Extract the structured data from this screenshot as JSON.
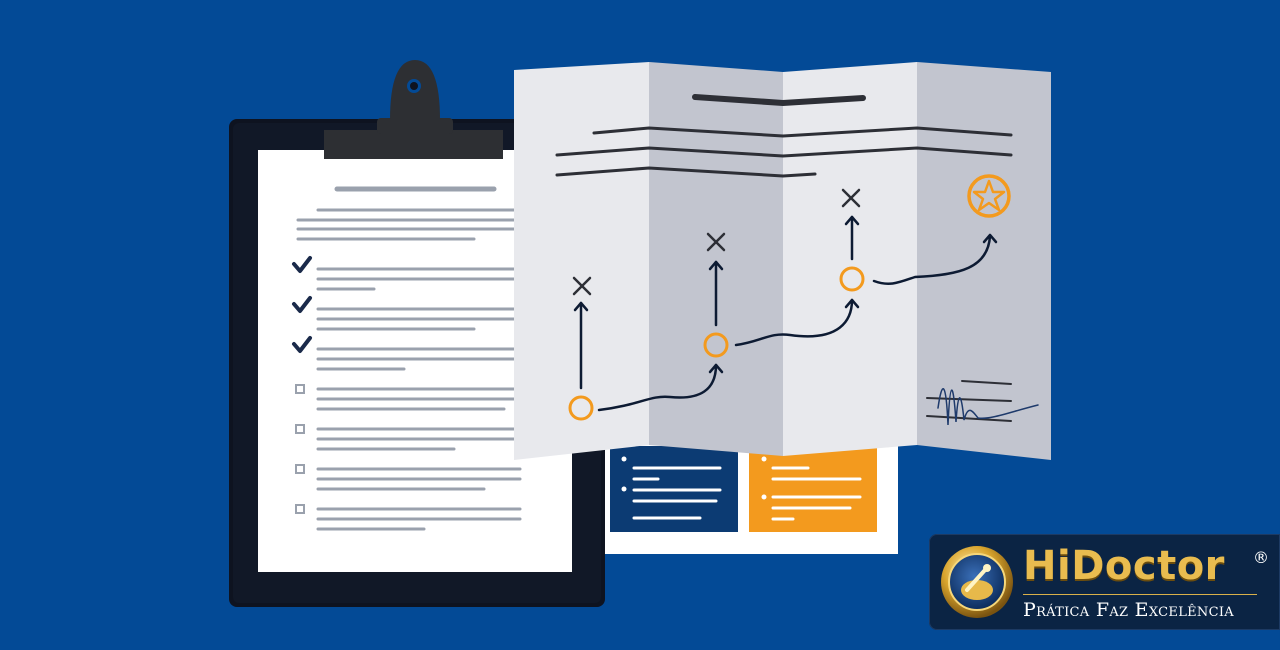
{
  "brand": {
    "name": "HiDoctor",
    "registered_mark": "®",
    "tagline": "Prática Faz Excelência",
    "logo_icon": "golden-medallion-icon"
  },
  "colors": {
    "background": "#034a96",
    "clipboard": "#0e1320",
    "paper": "#ffffff",
    "map_panel_light": "#e8e9ed",
    "map_panel_dark": "#c2c5cf",
    "accent_orange": "#f39a1e",
    "navy_card": "#0c3b73",
    "ink": "#0d1b33",
    "gold": "#e9bc4f"
  },
  "illustration": {
    "checklist": [
      {
        "state": "checked"
      },
      {
        "state": "checked"
      },
      {
        "state": "checked"
      },
      {
        "state": "unchecked"
      },
      {
        "state": "unchecked"
      },
      {
        "state": "unchecked"
      },
      {
        "state": "unchecked"
      }
    ],
    "route_icons": [
      "route-start-circle-icon",
      "cross-marker-icon",
      "star-goal-icon",
      "signature-icon"
    ]
  }
}
